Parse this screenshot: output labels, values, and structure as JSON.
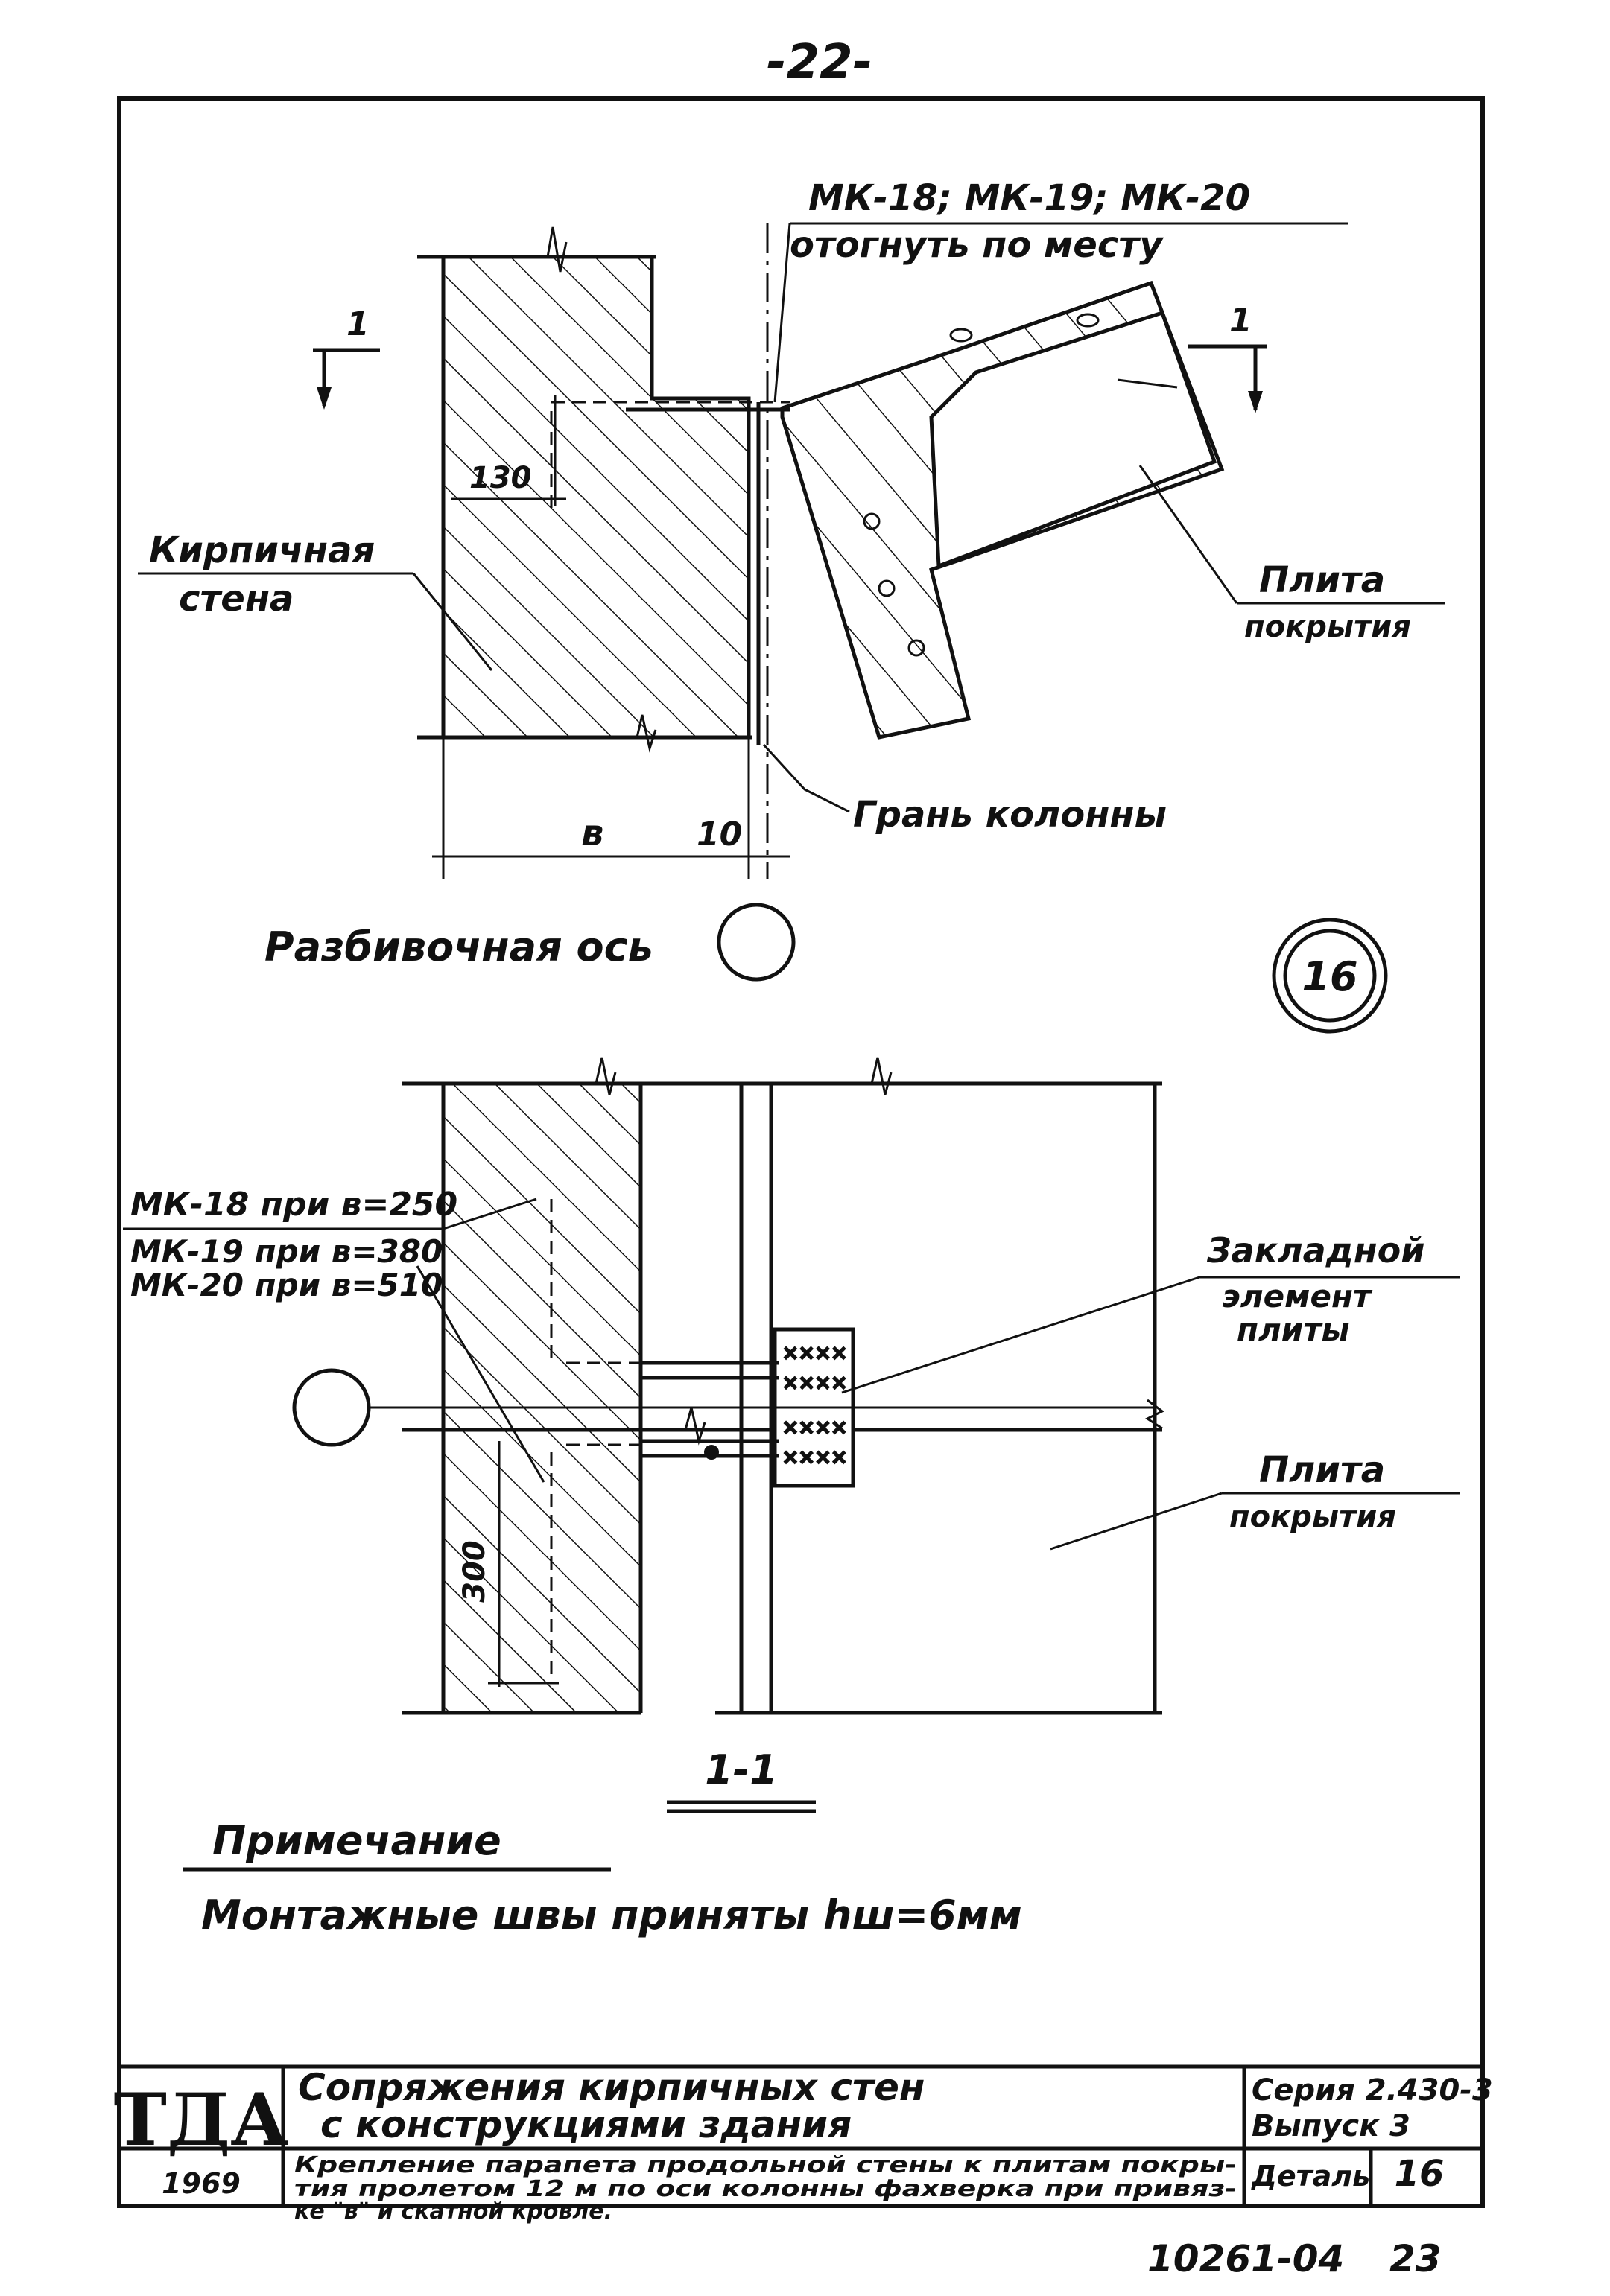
{
  "page_number": "-22-",
  "detail_circle": "16",
  "top_view": {
    "anchor_label_line1": "МК-18; МК-19; МК-20",
    "anchor_label_line2": "отогнуть по месту",
    "section_mark_left": "1",
    "section_mark_right": "1",
    "wall_label_line1": "Кирпичная",
    "wall_label_line2": "стена",
    "slab_label_line1": "Плита",
    "slab_label_line2": "покрытия",
    "dim_130": "130",
    "dim_b": "в",
    "dim_10": "10",
    "column_face_label": "Грань колонны",
    "axis_label": "Разбивочная ось"
  },
  "section_view": {
    "anchor_18": "МК-18 при в=250",
    "anchor_19": "МК-19 при в=380",
    "anchor_20": "МК-20 при в=510",
    "embedded_line1": "Закладной",
    "embedded_line2": "элемент",
    "embedded_line3": "плиты",
    "slab_label_line1": "Плита",
    "slab_label_line2": "покрытия",
    "dim_300": "300",
    "section_title": "1-1"
  },
  "note": {
    "heading": "Примечание",
    "text": "Монтажные швы приняты hш=6мм"
  },
  "title_block": {
    "logo": "ТДА",
    "year": "1969",
    "title_line1": "Сопряжения кирпичных стен",
    "title_line2": "с конструкциями здания",
    "desc_line1": "Крепление парапета продольной стены к плитам покры-",
    "desc_line2": "тия пролетом 12 м по оси колонны фахверка при привяз-",
    "desc_line3": "ке \"в\" и скатной кровле.",
    "series_line1": "Серия 2.430-3",
    "series_line2": "Выпуск 3",
    "detail_label": "Деталь",
    "detail_number": "16",
    "doc_code": "10261-04",
    "sheet_number": "23"
  }
}
